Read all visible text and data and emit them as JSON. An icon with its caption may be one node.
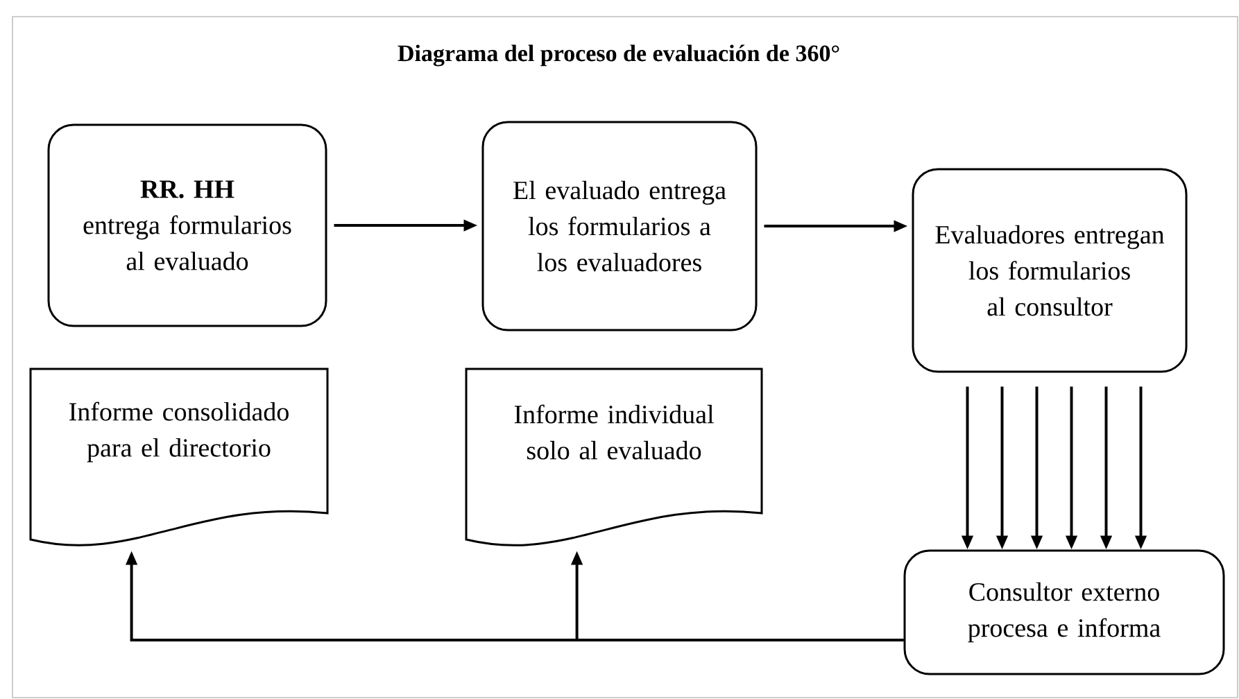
{
  "diagram": {
    "title": "Diagrama del proceso de evaluación de 360°",
    "nodes": [
      {
        "text": [
          "RR. HH",
          "entrega formularios al evaluado"
        ]
      },
      {
        "text": [
          "El evaluado entrega los formularios a los evaluadores"
        ]
      },
      {
        "text": [
          "Evaluadores entregan los formularios al consultor"
        ]
      },
      {
        "text": [
          "Informe consolidado para el directorio"
        ]
      },
      {
        "text": [
          "Informe individual solo al evaluado"
        ]
      },
      {
        "text": [
          "Consultor externo procesa e informa"
        ]
      }
    ],
    "edges": [
      {
        "from": 0,
        "to": 1,
        "arrow": "to"
      },
      {
        "from": 1,
        "to": 2,
        "arrow": "to"
      },
      {
        "from": 2,
        "to": 5,
        "arrow": "to"
      },
      {
        "from": 2,
        "to": 5,
        "arrow": "to"
      },
      {
        "from": 2,
        "to": 5,
        "arrow": "to"
      },
      {
        "from": 2,
        "to": 5,
        "arrow": "to"
      },
      {
        "from": 2,
        "to": 5,
        "arrow": "to"
      },
      {
        "from": 2,
        "to": 5,
        "arrow": "to"
      },
      {
        "from": 5,
        "to": 3,
        "arrow": "to"
      },
      {
        "from": 5,
        "to": 4,
        "arrow": "to"
      }
    ]
  }
}
